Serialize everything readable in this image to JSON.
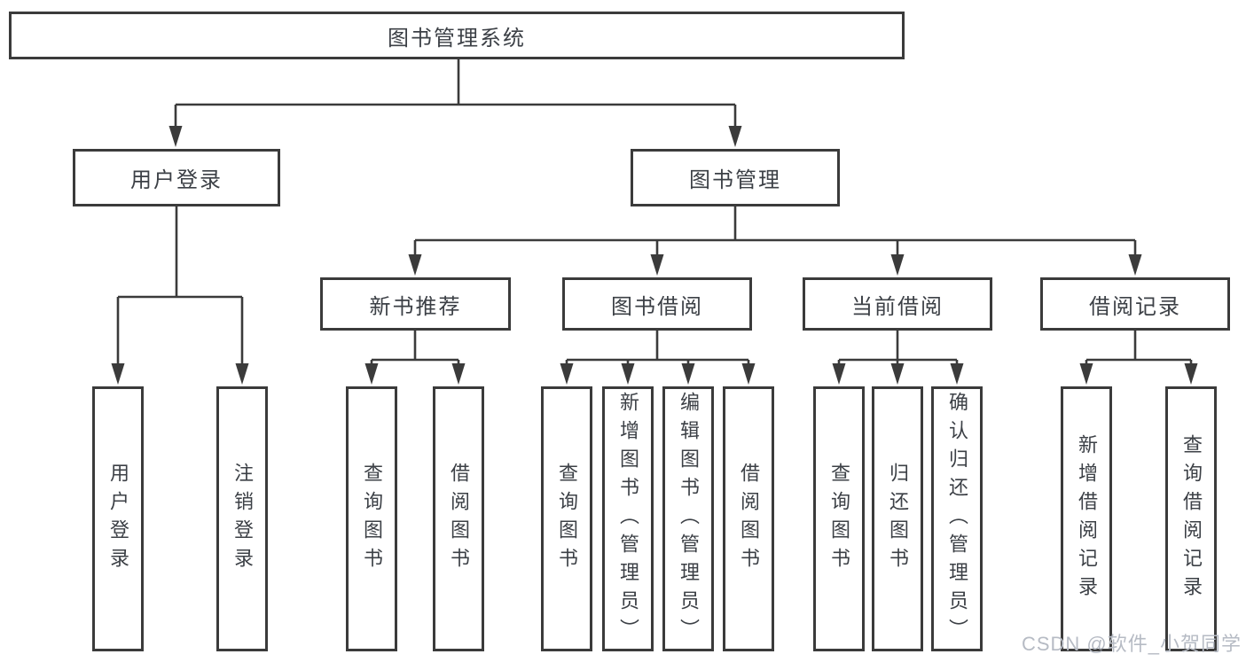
{
  "tree": {
    "root": "图书管理系统",
    "branches": [
      {
        "label": "用户登录",
        "leaves": [
          "用户登录",
          "注销登录"
        ]
      },
      {
        "label": "图书管理",
        "groups": [
          {
            "label": "新书推荐",
            "leaves": [
              "查询图书",
              "借阅图书"
            ]
          },
          {
            "label": "图书借阅",
            "leaves": [
              "查询图书",
              "新增图书（管理员）",
              "编辑图书（管理员）",
              "借阅图书"
            ]
          },
          {
            "label": "当前借阅",
            "leaves": [
              "查询图书",
              "归还图书",
              "确认归还（管理员）"
            ]
          },
          {
            "label": "借阅记录",
            "leaves": [
              "新增借阅记录",
              "查询借阅记录"
            ]
          }
        ]
      }
    ]
  },
  "watermark": "CSDN @软件_小贺同学",
  "colors": {
    "line": "#3b3b3b",
    "text": "#3c4046",
    "watermark": "#b6bbc4",
    "background": "#ffffff"
  }
}
